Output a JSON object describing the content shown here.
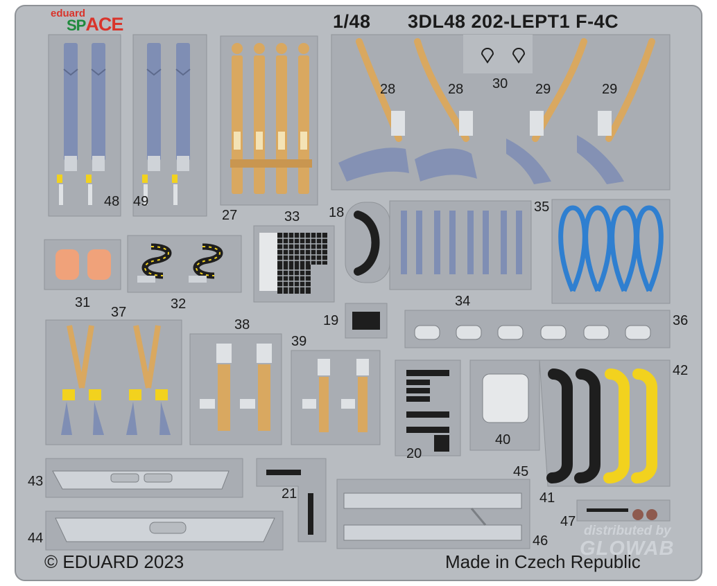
{
  "header": {
    "brand_top": "eduard",
    "brand_space_prefix": "SP",
    "brand_space_suffix": "ACE",
    "scale": "1/48",
    "product_code": "3DL48 202-LEPT1 F-4C"
  },
  "footer": {
    "copyright": "© EDUARD 2023",
    "made_in": "Made in Czech Republic"
  },
  "watermark": {
    "line1": "distributed by",
    "line2": "GLOWAB"
  },
  "part_numbers": {
    "p48": "48",
    "p49": "49",
    "p27": "27",
    "p33": "33",
    "p28a": "28",
    "p28b": "28",
    "p30": "30",
    "p29a": "29",
    "p29b": "29",
    "p18": "18",
    "p35": "35",
    "p31": "31",
    "p32": "32",
    "p34": "34",
    "p37": "37",
    "p19": "19",
    "p36": "36",
    "p38": "38",
    "p39": "39",
    "p42": "42",
    "p40": "40",
    "p20": "20",
    "p43": "43",
    "p45": "45",
    "p21": "21",
    "p41": "41",
    "p47": "47",
    "p44": "44",
    "p46": "46"
  },
  "colors": {
    "fret": "#b8bcc1",
    "fret_edge": "#8e9297",
    "cut": "#d3d6d9",
    "belt_blue": "#7f8eb4",
    "belt_tan": "#d9a860",
    "loop_blue": "#2f7fd0",
    "pad_orange": "#f0a27a",
    "yellow": "#f2d21e",
    "black": "#1e1e1e",
    "metal": "#cfd3d8"
  }
}
